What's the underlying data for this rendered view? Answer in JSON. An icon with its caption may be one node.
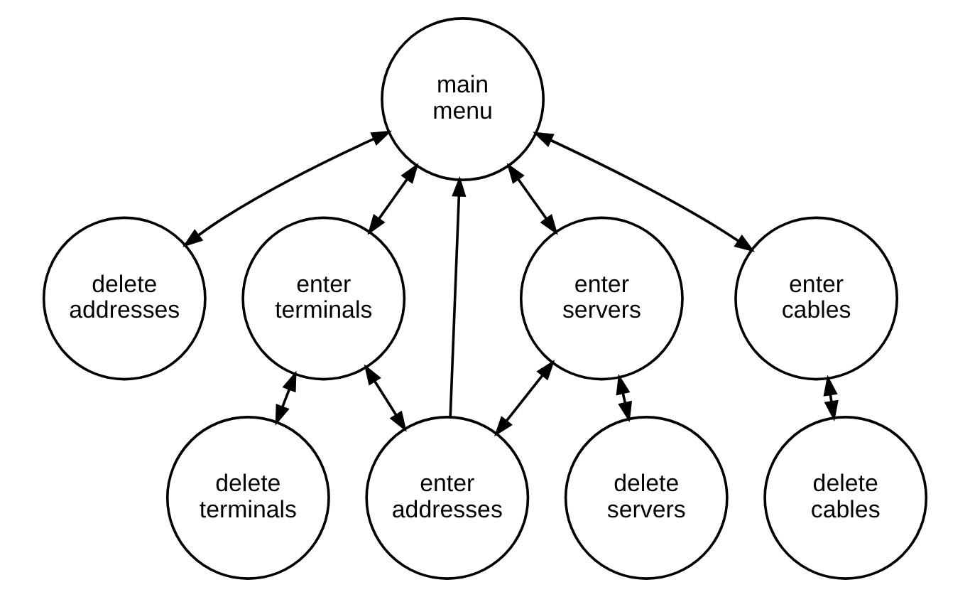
{
  "diagram": {
    "nodes": [
      {
        "text": [
          "main menu"
        ]
      },
      {
        "text": [
          "delete addresses"
        ]
      },
      {
        "text": [
          "enter terminals"
        ]
      },
      {
        "text": [
          "enter servers"
        ]
      },
      {
        "text": [
          "enter cables"
        ]
      },
      {
        "text": [
          "delete terminals"
        ]
      },
      {
        "text": [
          "enter addresses"
        ]
      },
      {
        "text": [
          "delete servers"
        ]
      },
      {
        "text": [
          "delete cables"
        ]
      }
    ],
    "edges": [
      {
        "from": 0,
        "to": 1,
        "arrow": "both"
      },
      {
        "from": 0,
        "to": 2,
        "arrow": "both"
      },
      {
        "from": 6,
        "to": 0,
        "arrow": "to"
      },
      {
        "from": 0,
        "to": 3,
        "arrow": "both"
      },
      {
        "from": 0,
        "to": 4,
        "arrow": "both"
      },
      {
        "from": 2,
        "to": 5,
        "arrow": "both"
      },
      {
        "from": 2,
        "to": 6,
        "arrow": "both"
      },
      {
        "from": 3,
        "to": 6,
        "arrow": "both"
      },
      {
        "from": 3,
        "to": 7,
        "arrow": "both"
      },
      {
        "from": 4,
        "to": 8,
        "arrow": "both"
      }
    ]
  }
}
